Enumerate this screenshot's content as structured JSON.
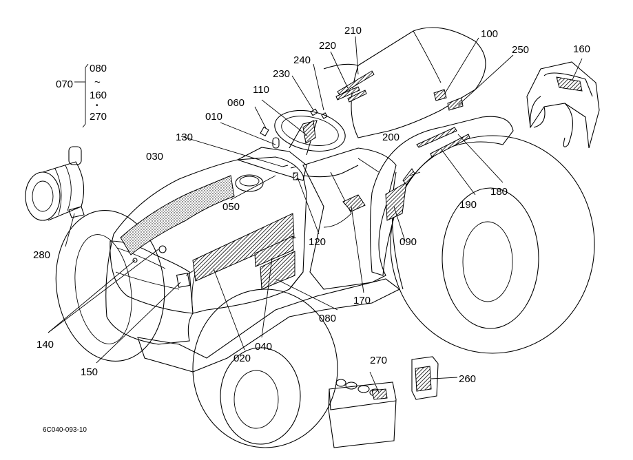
{
  "diagram": {
    "drawing_code": "6C040-093-10",
    "labels": {
      "p010": "010",
      "p020": "020",
      "p030": "030",
      "p040": "040",
      "p050": "050",
      "p060": "060",
      "p070": "070",
      "p080_group": "080",
      "p080": "080",
      "p090": "090",
      "p100": "100",
      "p110": "110",
      "p120": "120",
      "p130": "130",
      "p140": "140",
      "p150": "150",
      "p160_group": "160",
      "p160": "160",
      "p170": "170",
      "p180": "180",
      "p190": "190",
      "p200": "200",
      "p210": "210",
      "p220": "220",
      "p230": "230",
      "p240": "240",
      "p250": "250",
      "p260": "260",
      "p270_group": "270",
      "p270": "270",
      "p280": "280"
    },
    "group_symbols": {
      "tilde": "~",
      "dot": "•"
    }
  }
}
